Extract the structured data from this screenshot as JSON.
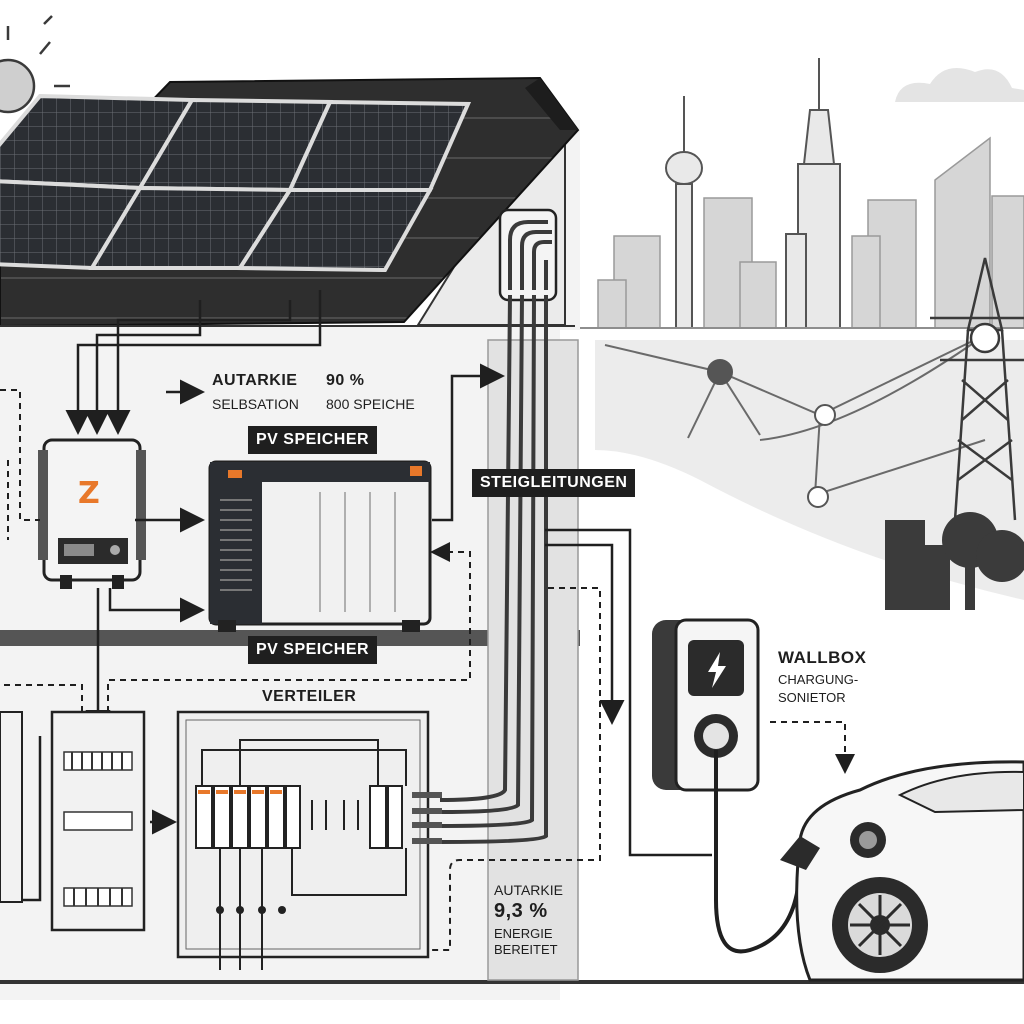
{
  "labels": {
    "autarkie_top_title": "AUTARKIE",
    "autarkie_top_value": "90 %",
    "autarkie_top_sub1": "SELBSATION",
    "autarkie_top_sub2": "800 SPEICHE",
    "pv_speicher_top": "PV SPEICHER",
    "pv_speicher_bottom": "PV SPEICHER",
    "steigleitungen": "STEIGLEITUNGEN",
    "verteiler": "VERTEILER",
    "wallbox_title": "WALLBOX",
    "wallbox_sub1": "CHARGUNG-",
    "wallbox_sub2": "SONIETOR",
    "autarkie_bottom_title": "AUTARKIE",
    "autarkie_bottom_value": "9,3 %",
    "autarkie_bottom_sub1": "ENERGIE",
    "autarkie_bottom_sub2": "BEREITET",
    "inverter_logo": "Z"
  },
  "icons": [
    "sun-icon",
    "solar-panel-icon",
    "inverter-icon",
    "battery-storage-icon",
    "distribution-board-icon",
    "wallbox-icon",
    "lightning-icon",
    "electric-car-icon",
    "power-pylon-icon",
    "city-skyline-icon",
    "cloud-icon",
    "tree-icon"
  ],
  "colors": {
    "accent": "#e8782a",
    "dark": "#1f1f1f",
    "panel": "#2b2e33",
    "grey_light": "#e4e4e4",
    "grey_mid": "#c4c4c4"
  }
}
